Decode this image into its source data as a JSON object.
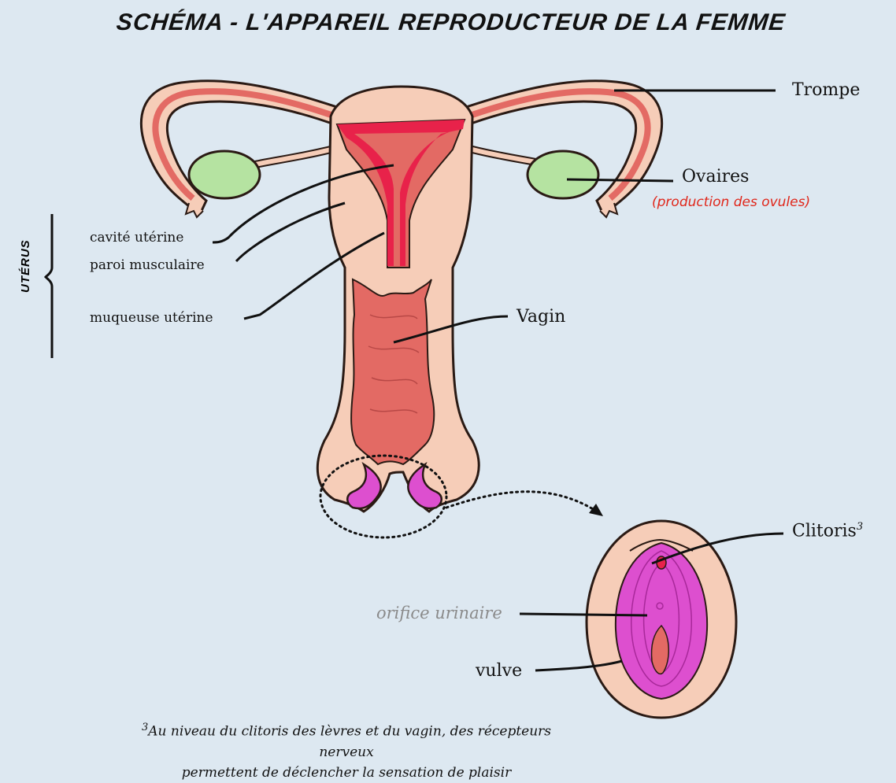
{
  "title": "SCHÉMA - L'APPAREIL REPRODUCTEUR DE LA FEMME",
  "group_label": "UTÉRUS",
  "labels": {
    "trompe": "Trompe",
    "ovaires": "Ovaires",
    "ovaires_note": "(production des ovules)",
    "cavite": "cavité utérine",
    "paroi": "paroi musculaire",
    "muqueuse": "muqueuse utérine",
    "vagin": "Vagin",
    "clitoris": "Clitoris",
    "clitoris_sup": "3",
    "orifice": "orifice urinaire",
    "vulve": "vulve"
  },
  "footnote": {
    "sup": "3",
    "line1": "Au niveau du clitoris des lèvres et du vagin, des récepteurs nerveux",
    "line2": "permettent de déclencher la sensation de plaisir"
  },
  "colors": {
    "background": "#dde8f1",
    "skin": "#f6cdb8",
    "muscle": "#e36a64",
    "mucosa": "#e8224a",
    "ovary": "#b5e3a1",
    "vulva_pink": "#dd4fcf",
    "note_red": "#e0261a"
  }
}
